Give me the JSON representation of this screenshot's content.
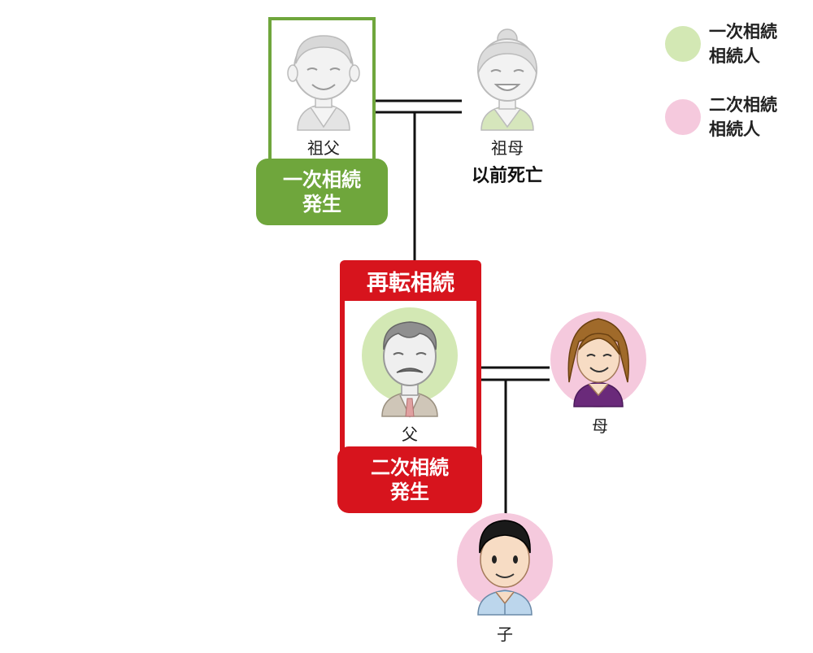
{
  "colors": {
    "first_green": "#6fa63c",
    "first_green_light": "#d3e8b4",
    "second_red": "#d7141d",
    "second_pink_light": "#f5c9dd"
  },
  "legend": {
    "first": {
      "label_line1": "一次相続",
      "label_line2": "相続人"
    },
    "second": {
      "label_line1": "二次相続",
      "label_line2": "相続人"
    }
  },
  "people": {
    "grandfather": {
      "name": "祖父",
      "icon": "elderly-man-icon"
    },
    "grandmother": {
      "name": "祖母",
      "note": "以前死亡",
      "icon": "elderly-woman-icon"
    },
    "father": {
      "name": "父",
      "icon": "middle-aged-man-icon"
    },
    "mother": {
      "name": "母",
      "icon": "woman-icon"
    },
    "child": {
      "name": "子",
      "icon": "young-man-icon"
    }
  },
  "badges": {
    "first_event": {
      "line1": "一次相続",
      "line2": "発生"
    },
    "reinheritance": {
      "label": "再転相続"
    },
    "second_event": {
      "line1": "二次相続",
      "line2": "発生"
    }
  }
}
